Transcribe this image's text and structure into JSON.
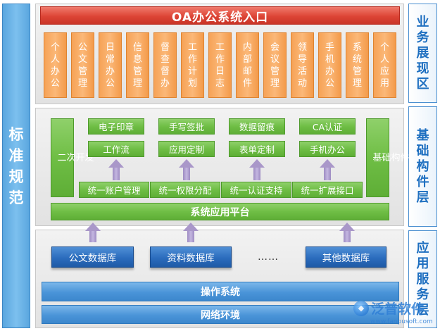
{
  "left_bar": {
    "label": "标准规范"
  },
  "right_bar": {
    "sections": [
      {
        "label": "业务展现区"
      },
      {
        "label": "基础构件层"
      },
      {
        "label": "应用服务层"
      }
    ]
  },
  "presentation": {
    "title": "OA办公系统入口",
    "apps": [
      {
        "label": "个人办公"
      },
      {
        "label": "公文管理"
      },
      {
        "label": "日常办公"
      },
      {
        "label": "信息管理"
      },
      {
        "label": "督查督办"
      },
      {
        "label": "工作计划"
      },
      {
        "label": "工作日志"
      },
      {
        "label": "内部邮件"
      },
      {
        "label": "会议管理"
      },
      {
        "label": "领导活动"
      },
      {
        "label": "手机办公"
      },
      {
        "label": "系统管理"
      },
      {
        "label": "个人应用"
      }
    ]
  },
  "components": {
    "left_side": "二次开发",
    "right_side": "基础构件",
    "row1": [
      "电子印章",
      "手写签批",
      "数据留痕",
      "CA认证"
    ],
    "row2": [
      "工作流",
      "应用定制",
      "表单定制",
      "手机办公"
    ],
    "unified": [
      "统一账户管理",
      "统一权限分配",
      "统一认证支持",
      "统一扩展接口"
    ],
    "platform": "系统应用平台"
  },
  "services": {
    "databases": [
      "公文数据库",
      "资料数据库",
      "其他数据库"
    ],
    "ellipsis": "……",
    "os": "操作系统",
    "network": "网络环境"
  },
  "logo": {
    "name": "泛普软件",
    "url": "www.fanpusoft.com"
  },
  "colors": {
    "title_red": "#dd4536",
    "app_orange": "#f6a256",
    "component_green": "#6fbe45",
    "db_blue": "#2b6cbd",
    "system_blue": "#4a94d8",
    "arrow_purple": "#a997c9",
    "side_blue": "#5aa6df"
  }
}
